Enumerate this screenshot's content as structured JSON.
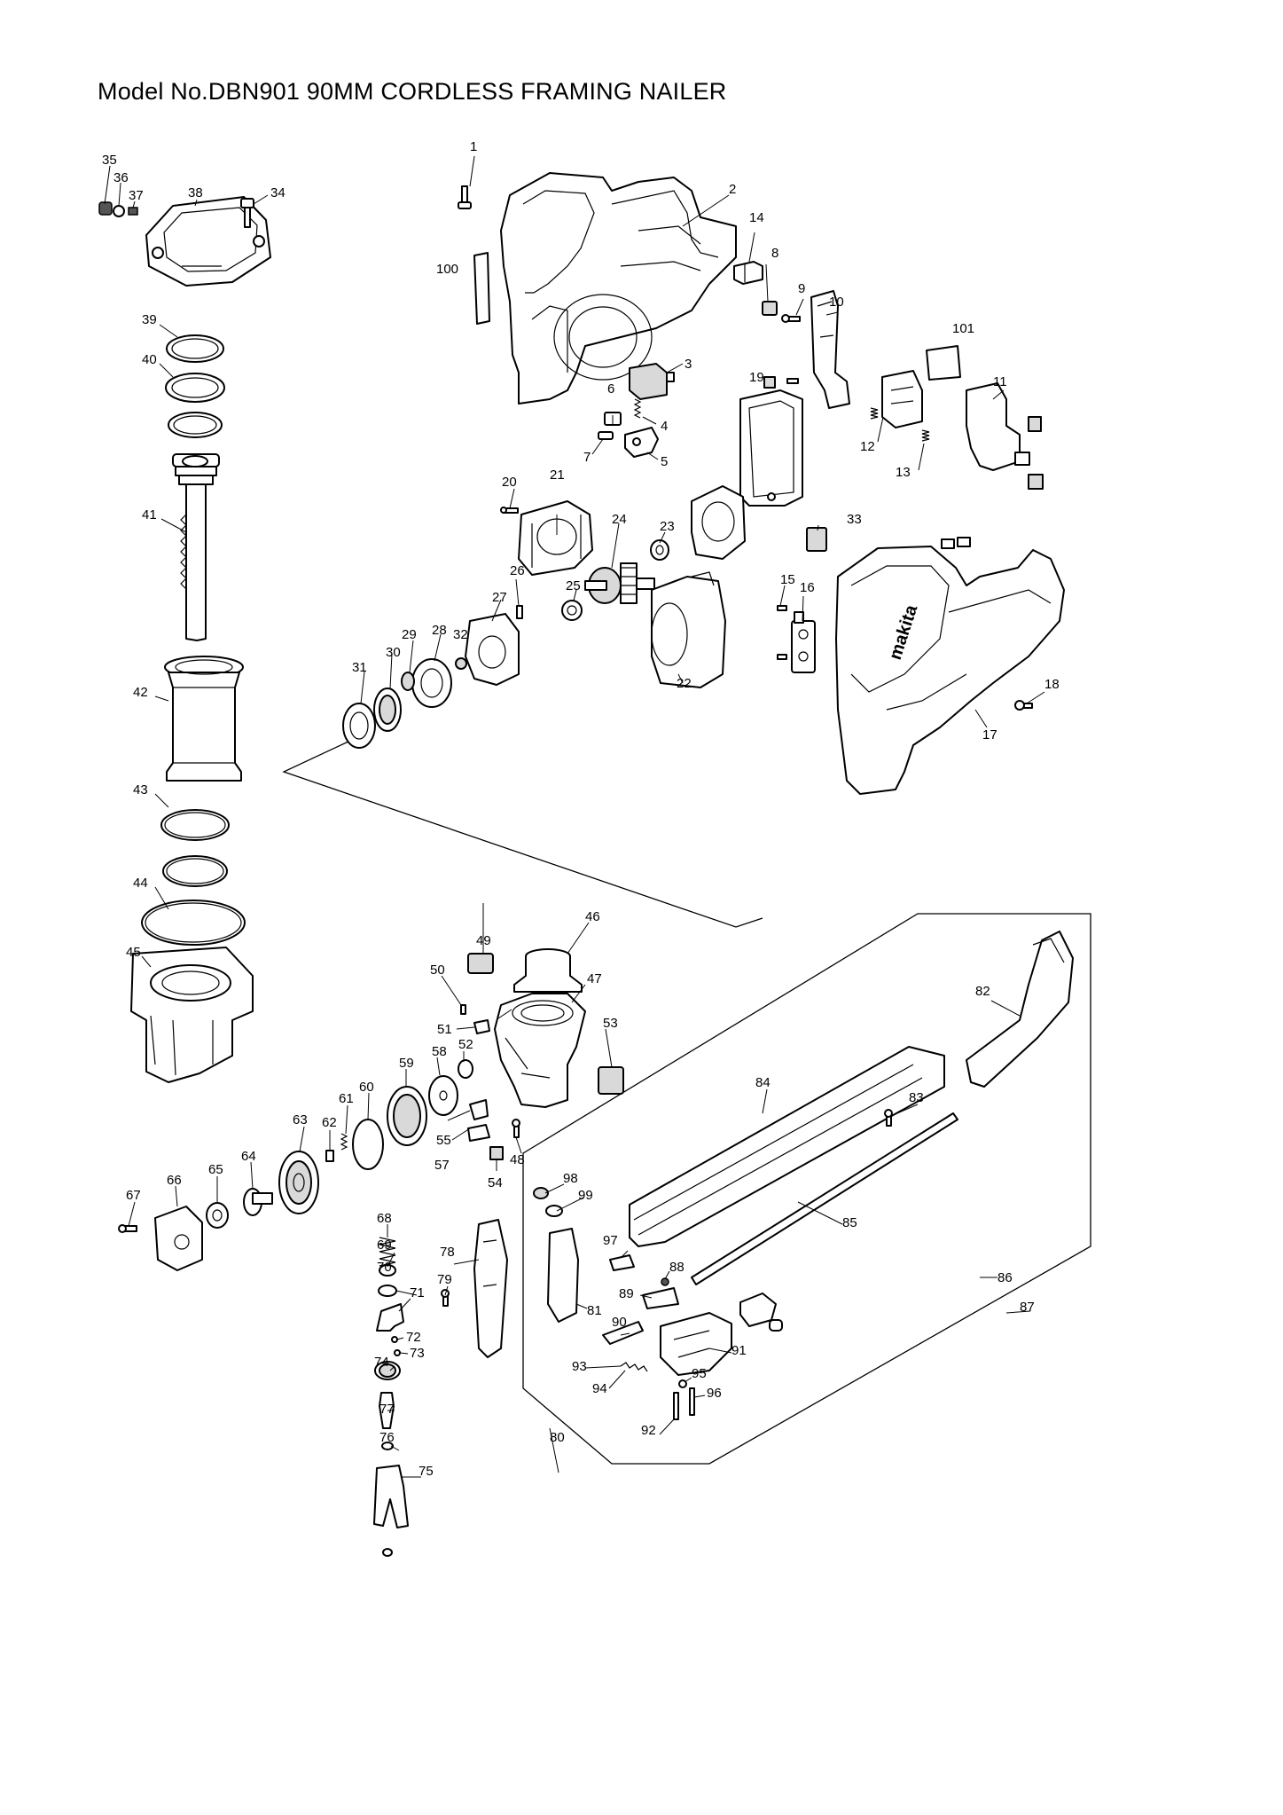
{
  "title": "Model No.DBN901 90MM CORDLESS FRAMING NAILER",
  "parts": [
    {
      "id": "1"
    },
    {
      "id": "2"
    },
    {
      "id": "3"
    },
    {
      "id": "4"
    },
    {
      "id": "5"
    },
    {
      "id": "6"
    },
    {
      "id": "7"
    },
    {
      "id": "8"
    },
    {
      "id": "9"
    },
    {
      "id": "10"
    },
    {
      "id": "11"
    },
    {
      "id": "12"
    },
    {
      "id": "13"
    },
    {
      "id": "14"
    },
    {
      "id": "15"
    },
    {
      "id": "16"
    },
    {
      "id": "17"
    },
    {
      "id": "18"
    },
    {
      "id": "19"
    },
    {
      "id": "20"
    },
    {
      "id": "21"
    },
    {
      "id": "22"
    },
    {
      "id": "23"
    },
    {
      "id": "24"
    },
    {
      "id": "25"
    },
    {
      "id": "26"
    },
    {
      "id": "27"
    },
    {
      "id": "28"
    },
    {
      "id": "29"
    },
    {
      "id": "30"
    },
    {
      "id": "31"
    },
    {
      "id": "32"
    },
    {
      "id": "33"
    },
    {
      "id": "34"
    },
    {
      "id": "35"
    },
    {
      "id": "36"
    },
    {
      "id": "37"
    },
    {
      "id": "38"
    },
    {
      "id": "39"
    },
    {
      "id": "40"
    },
    {
      "id": "41"
    },
    {
      "id": "42"
    },
    {
      "id": "43"
    },
    {
      "id": "44"
    },
    {
      "id": "45"
    },
    {
      "id": "46"
    },
    {
      "id": "47"
    },
    {
      "id": "48"
    },
    {
      "id": "49"
    },
    {
      "id": "50"
    },
    {
      "id": "51"
    },
    {
      "id": "52"
    },
    {
      "id": "53"
    },
    {
      "id": "54"
    },
    {
      "id": "55"
    },
    {
      "id": "57"
    },
    {
      "id": "58"
    },
    {
      "id": "59"
    },
    {
      "id": "60"
    },
    {
      "id": "61"
    },
    {
      "id": "62"
    },
    {
      "id": "63"
    },
    {
      "id": "64"
    },
    {
      "id": "65"
    },
    {
      "id": "66"
    },
    {
      "id": "67"
    },
    {
      "id": "68"
    },
    {
      "id": "69"
    },
    {
      "id": "70"
    },
    {
      "id": "71"
    },
    {
      "id": "72"
    },
    {
      "id": "73"
    },
    {
      "id": "74"
    },
    {
      "id": "75"
    },
    {
      "id": "76"
    },
    {
      "id": "77"
    },
    {
      "id": "78"
    },
    {
      "id": "79"
    },
    {
      "id": "80"
    },
    {
      "id": "81"
    },
    {
      "id": "82"
    },
    {
      "id": "83"
    },
    {
      "id": "84"
    },
    {
      "id": "85"
    },
    {
      "id": "86"
    },
    {
      "id": "87"
    },
    {
      "id": "88"
    },
    {
      "id": "89"
    },
    {
      "id": "90"
    },
    {
      "id": "91"
    },
    {
      "id": "92"
    },
    {
      "id": "93"
    },
    {
      "id": "94"
    },
    {
      "id": "95"
    },
    {
      "id": "96"
    },
    {
      "id": "97"
    },
    {
      "id": "98"
    },
    {
      "id": "99"
    },
    {
      "id": "100"
    },
    {
      "id": "101"
    }
  ],
  "brand_mark": "makita"
}
